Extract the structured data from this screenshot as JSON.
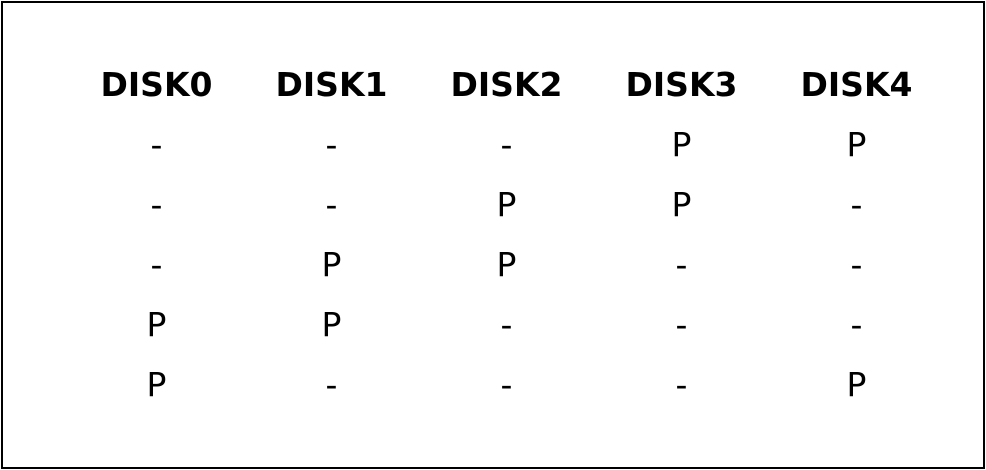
{
  "headers": [
    "DISK0",
    "DISK1",
    "DISK2",
    "DISK3",
    "DISK4"
  ],
  "rows": [
    [
      "-",
      "-",
      "-",
      "P",
      "P"
    ],
    [
      "-",
      "-",
      "P",
      "P",
      "-"
    ],
    [
      "-",
      "P",
      "P",
      "-",
      "-"
    ],
    [
      "P",
      "P",
      "-",
      "-",
      "-"
    ],
    [
      "P",
      "-",
      "-",
      "-",
      "P"
    ]
  ]
}
